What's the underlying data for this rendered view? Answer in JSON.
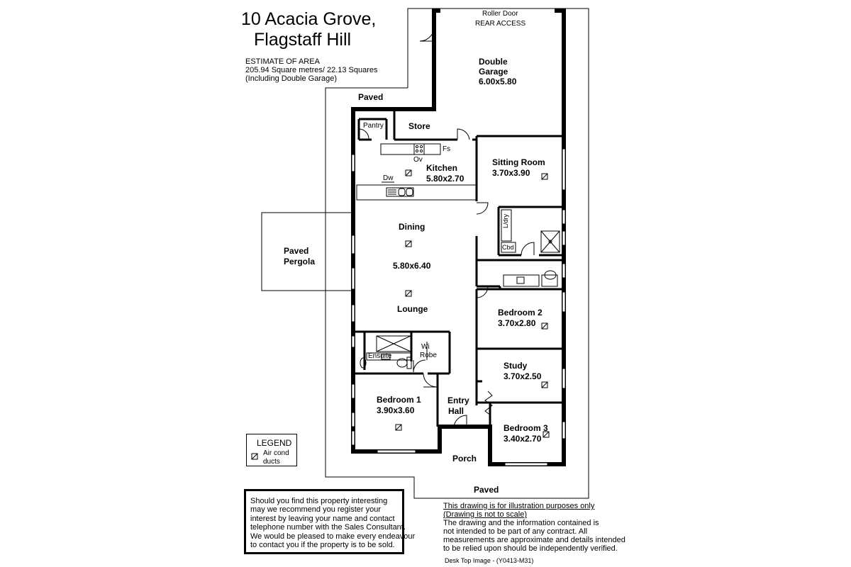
{
  "header": {
    "address_line1": "10 Acacia Grove,",
    "address_line2": "Flagstaff Hill",
    "area_title": "ESTIMATE OF AREA",
    "area_value": "205.94 Square metres/  22.13 Squares",
    "area_note": "(Including Double Garage)"
  },
  "rooms": {
    "roller_door": "Roller Door",
    "rear_access": "REAR ACCESS",
    "garage_name_1": "Double",
    "garage_name_2": "Garage",
    "garage_size": "6.00x5.80",
    "paved_top": "Paved",
    "pantry": "Pantry",
    "store": "Store",
    "oven": "Ov",
    "fridge_space": "Fs",
    "dishwasher": "Dw",
    "kitchen": "Kitchen",
    "kitchen_size": "5.80x2.70",
    "sitting_room": "Sitting Room",
    "sitting_size": "3.70x3.90",
    "laundry": "L/dry",
    "cupboard": "Cbd",
    "dining": "Dining",
    "living_size": "5.80x6.40",
    "lounge": "Lounge",
    "pergola_1": "Paved",
    "pergola_2": "Pergola",
    "bedroom2": "Bedroom 2",
    "bedroom2_size": "3.70x2.80",
    "ensuite": "Ensuite",
    "wi_robe_1": "Wi",
    "wi_robe_2": "Robe",
    "study": "Study",
    "study_size": "3.70x2.50",
    "bedroom1": "Bedroom 1",
    "bedroom1_size": "3.90x3.60",
    "entry_1": "Entry",
    "entry_2": "Hall",
    "bedroom3": "Bedroom 3",
    "bedroom3_size": "3.40x2.70",
    "porch": "Porch",
    "paved_bottom": "Paved"
  },
  "legend": {
    "title": "LEGEND",
    "item_line1": "Air cond",
    "item_line2": "ducts",
    "item_icon": "air-cond-duct-icon"
  },
  "notice": {
    "lines": [
      "Should you find this property interesting",
      "may we recommend you register your",
      "interest by leaving your name and contact",
      "telephone number with the Sales Consultant.",
      "We would be pleased to make every endeavour",
      "to contact you if the property is to be sold."
    ]
  },
  "disclaimer": {
    "line1": "This drawing is for illustration purposes only",
    "line2": "(Drawing is not to scale)",
    "line3": "The drawing and the information contained is",
    "line4": "not intended to be part of any contract.  All",
    "line5": "measurements are approximate and details intended",
    "line6": "to be relied upon should be independently verified."
  },
  "footer": {
    "image_ref": "Desk Top Image -  (Y0413-M31)"
  },
  "colors": {
    "ink": "#000000",
    "paper": "#ffffff"
  }
}
